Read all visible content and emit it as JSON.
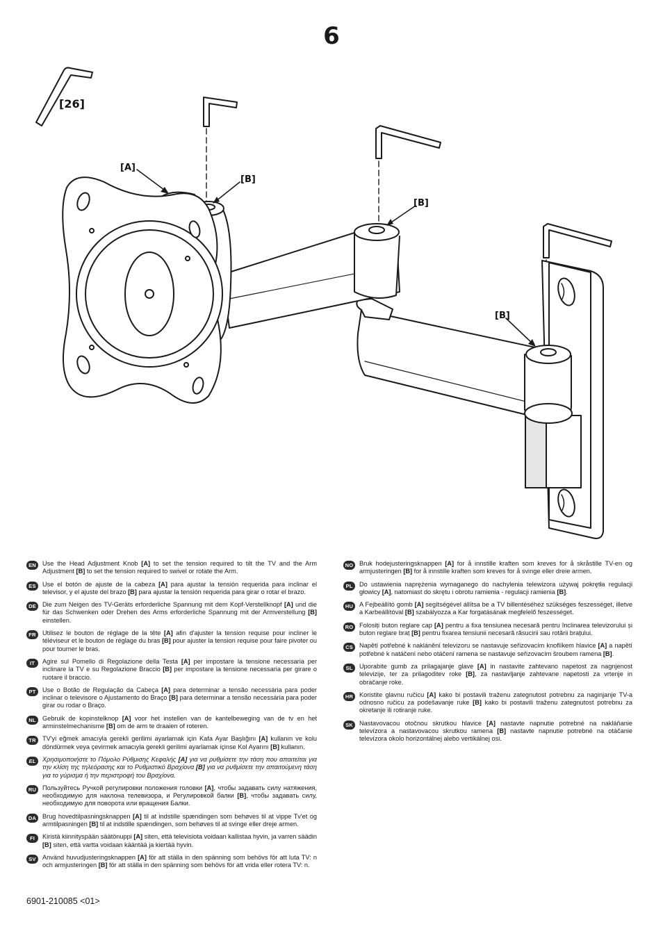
{
  "step_number": "6",
  "callouts": {
    "tool": "[26]",
    "a": "[A]",
    "b": "[B]"
  },
  "instructions": [
    {
      "code": "EN",
      "parts": [
        " Use the Head Adjustment Knob ",
        {
          "b": "[A]"
        },
        " to set the tension required to tilt the TV and the Arm Adjustment ",
        {
          "b": "[B]"
        },
        "  to set the tension required to swivel or rotate the Arm."
      ]
    },
    {
      "code": "ES",
      "parts": [
        " Use el botón de ajuste de la cabeza ",
        {
          "b": "[A]"
        },
        " para ajustar la tensión requerida para inclinar el televisor, y el ajuste del brazo ",
        {
          "b": "[B]"
        },
        " para ajustar la tensión requerida para girar o rotar el brazo."
      ]
    },
    {
      "code": "DE",
      "parts": [
        "Die zum Neigen des TV-Geräts erforderliche Spannung mit dem Kopf-Verstellknopf ",
        {
          "b": "[A]"
        },
        " und die für das Schwenken oder Drehen des Arms erforderliche Spannung mit der Armverstellung ",
        {
          "b": "[B]"
        },
        " einstellen."
      ]
    },
    {
      "code": "FR",
      "parts": [
        "Utilisez le bouton de réglage de la tête ",
        {
          "b": "[A]"
        },
        " afin d'ajuster la tension requise pour incliner le téléviseur et le bouton de réglage du bras ",
        {
          "b": "[B]"
        },
        " pour ajuster la tension requise pour faire pivoter ou pour tourner le bras."
      ]
    },
    {
      "code": "IT",
      "parts": [
        "Agire sul Pomello di Regolazione della Testa ",
        {
          "b": "[A]"
        },
        " per impostare la tensione necessaria per inclinare la TV e su Regolazione Braccio ",
        {
          "b": "[B]"
        },
        " per impostare la tensione necessaria per girare o ruotare il braccio."
      ]
    },
    {
      "code": "PT",
      "parts": [
        "Use o Botão de Regulação da Cabeça ",
        {
          "b": "[A]"
        },
        " para determinar a tensão necessária para poder inclinar o televisore o Ajustamento do Braço ",
        {
          "b": "[B]"
        },
        " para determinar a tensão necessária para poder girar ou rodar o Braço."
      ]
    },
    {
      "code": "NL",
      "parts": [
        "Gebruik de kopinstelknop ",
        {
          "b": "[A]"
        },
        " voor het instellen van de kantelbeweging van de tv en het arminstelmechanisme ",
        {
          "b": "[B]"
        },
        " om de arm te draaien of roteren."
      ]
    },
    {
      "code": "TR",
      "parts": [
        "TV'yi eğmek amacıyla gerekli gerilimi ayarlamak için Kafa Ayar Başlığını ",
        {
          "b": "[A]"
        },
        " kullanın ve kolu döndürmek veya çevirmek amacıyla gerekli gerilimi ayarlamak içinse Kol Ayarını ",
        {
          "b": "[B]"
        },
        " kullanın."
      ]
    },
    {
      "code": "EL",
      "italic": true,
      "parts": [
        "Χρησιμοποιήστε το Πόμολο Ρύθμισης Κεφαλής ",
        {
          "b": "[A]"
        },
        " για να ρυθμίσετε την τάση που απαιτείται για την κλίση της τηλεόρασης και το Ρυθμιστικό Βραχίονα ",
        {
          "b": "[B]"
        },
        " για να ρυθμίσετε την απαιτούμενη τάση για το γύρισμα ή την περιστροφή του Βραχίονα."
      ]
    },
    {
      "code": "RU",
      "parts": [
        "Пользуйтесь Ручкой регулировки положения головки ",
        {
          "b": "[A]"
        },
        ", чтобы задавать силу натяжения, необходимую для наклона телевизора, и Регулировкой балки ",
        {
          "b": "[B]"
        },
        ", чтобы задавать силу, необходимую для поворота или вращения Балки."
      ]
    },
    {
      "code": "DA",
      "parts": [
        "  Brug hovedtilpasningsknappen ",
        {
          "b": "[A]"
        },
        " til at indstille spændingen som behøves til at vippe Tv'et og armtilpasningen ",
        {
          "b": "[B]"
        },
        " til at indstille spændingen, som behøves til at svinge eller dreje armen."
      ]
    },
    {
      "code": "FI",
      "parts": [
        "Kiristä kiinnityspään säätönuppi ",
        {
          "b": "[A]"
        },
        " siten, että televisiota voidaan kallistaa hyvin, ja varren säädin ",
        {
          "b": "[B]"
        },
        " siten, että vartta voidaan kääntää ja kiertää hyvin."
      ]
    },
    {
      "code": "SV",
      "parts": [
        "Använd huvudjusteringsknappen ",
        {
          "b": "[A]"
        },
        " för att ställa in den spänning som behövs för att luta TV: n och armjusteringen ",
        {
          "b": "[B]"
        },
        " för att ställa in den spänning som behövs för att vrida eller rotera TV: n."
      ]
    },
    {
      "code": "NO",
      "parts": [
        "Bruk hodejusteringsknappen ",
        {
          "b": "[A]"
        },
        " for å innstille kraften som kreves for å skråstille TV-en og armjusteringen ",
        {
          "b": "[B]"
        },
        " for å innstille kraften som kreves for å svinge eller dreie armen."
      ]
    },
    {
      "code": "PL",
      "parts": [
        "Do ustawienia naprężenia wymaganego do nachylenia telewizora używaj pokrętła regulacji głowicy ",
        {
          "b": "[A]"
        },
        ", natomiast do skrętu i obrotu ramienia - regulacji ramienia ",
        {
          "b": "[B]"
        },
        "."
      ]
    },
    {
      "code": "HU",
      "parts": [
        "A Fejbeállító gomb ",
        {
          "b": "[A]"
        },
        " segítségével állítsa be a TV billentéséhez szükséges feszességet, illetve a Karbeállítóval ",
        {
          "b": "[B]"
        },
        " szabályozza a Kar forgatásának megfelelő feszességet."
      ]
    },
    {
      "code": "RO",
      "parts": [
        "Folosiți buton reglare cap ",
        {
          "b": "[A]"
        },
        " pentru a fixa tensiunea necesară pentru înclinarea televizorului și buton reglare braț ",
        {
          "b": "[B]"
        },
        " pentru fixarea tensiunii necesară răsucirii sau rotării brațului."
      ]
    },
    {
      "code": "CS",
      "parts": [
        "Napětí potřebné k naklánění televizoru se nastavuje seřizovacím knoflíkem hlavice ",
        {
          "b": "[A]"
        },
        " a napětí potřebné k natáčení nebo otáčení ramena se nastavuje seřizovacím šroubem ramena ",
        {
          "b": "[B]"
        },
        "."
      ]
    },
    {
      "code": "SL",
      "parts": [
        "Uporabite gumb za prilagajanje glave ",
        {
          "b": "[A]"
        },
        " in nastavite zahtevano napetost za nagnjenost televizije, ter za prilagoditev roke ",
        {
          "b": "[B]"
        },
        ", za nastavljanje zahtevane napetosti za vrtenje in obračanje roke."
      ]
    },
    {
      "code": "HR",
      "parts": [
        "Koristite glavnu ručicu ",
        {
          "b": "[A]"
        },
        " kako bi postavili traženu zategnutost potrebnu za naginjanje TV-a odnosno ručicu za podešavanje ruke ",
        {
          "b": "[B]"
        },
        " kako bi postavili traženu zategnutost potrebnu za okretanje ili rotiranje ruke."
      ]
    },
    {
      "code": "SK",
      "parts": [
        "Nastavovacou otočnou skrutkou hlavice ",
        {
          "b": "[A]"
        },
        " nastavte napnutie potrebné na nakláňanie televízora a nastavovacou skrutkou ramena ",
        {
          "b": "[B]"
        },
        " nastavte napnutie potrebné na otáčanie televízora okolo horizontálnej alebo vertikálnej osi."
      ]
    }
  ],
  "footer": "6901-210085 <01>"
}
